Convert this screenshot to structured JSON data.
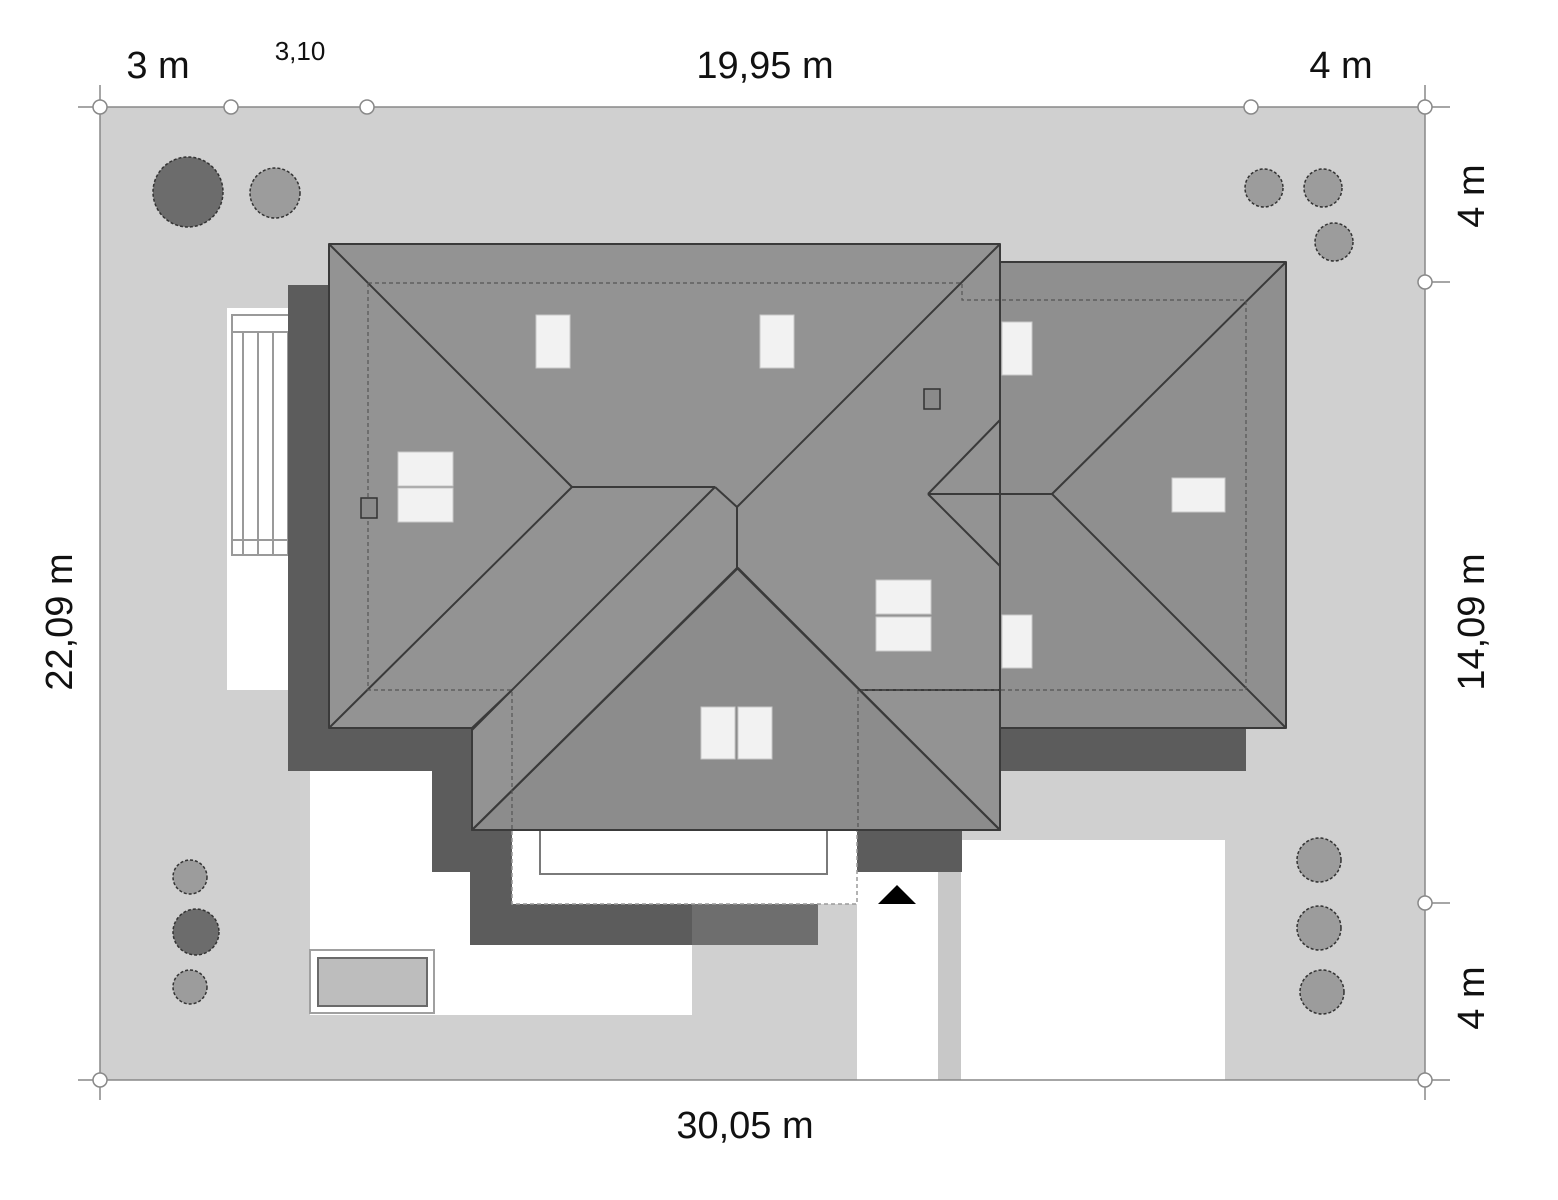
{
  "dimensions": {
    "top_left": "3 m",
    "top_setback": "3,10",
    "top_main": "19,95 m",
    "top_right": "4 m",
    "bottom_total": "30,05 m",
    "left_total": "22,09 m",
    "right_top": "4 m",
    "right_middle": "14,09 m",
    "right_bottom": "4 m"
  },
  "colors": {
    "plot": "#d0d0d0",
    "paving": "#ffffff",
    "shadow": "#5c5c5c",
    "roof": "#8f8f8f",
    "roof_lines": "#3a3a3a",
    "window": "#f2f2f2",
    "dimension_text": "#111111"
  }
}
